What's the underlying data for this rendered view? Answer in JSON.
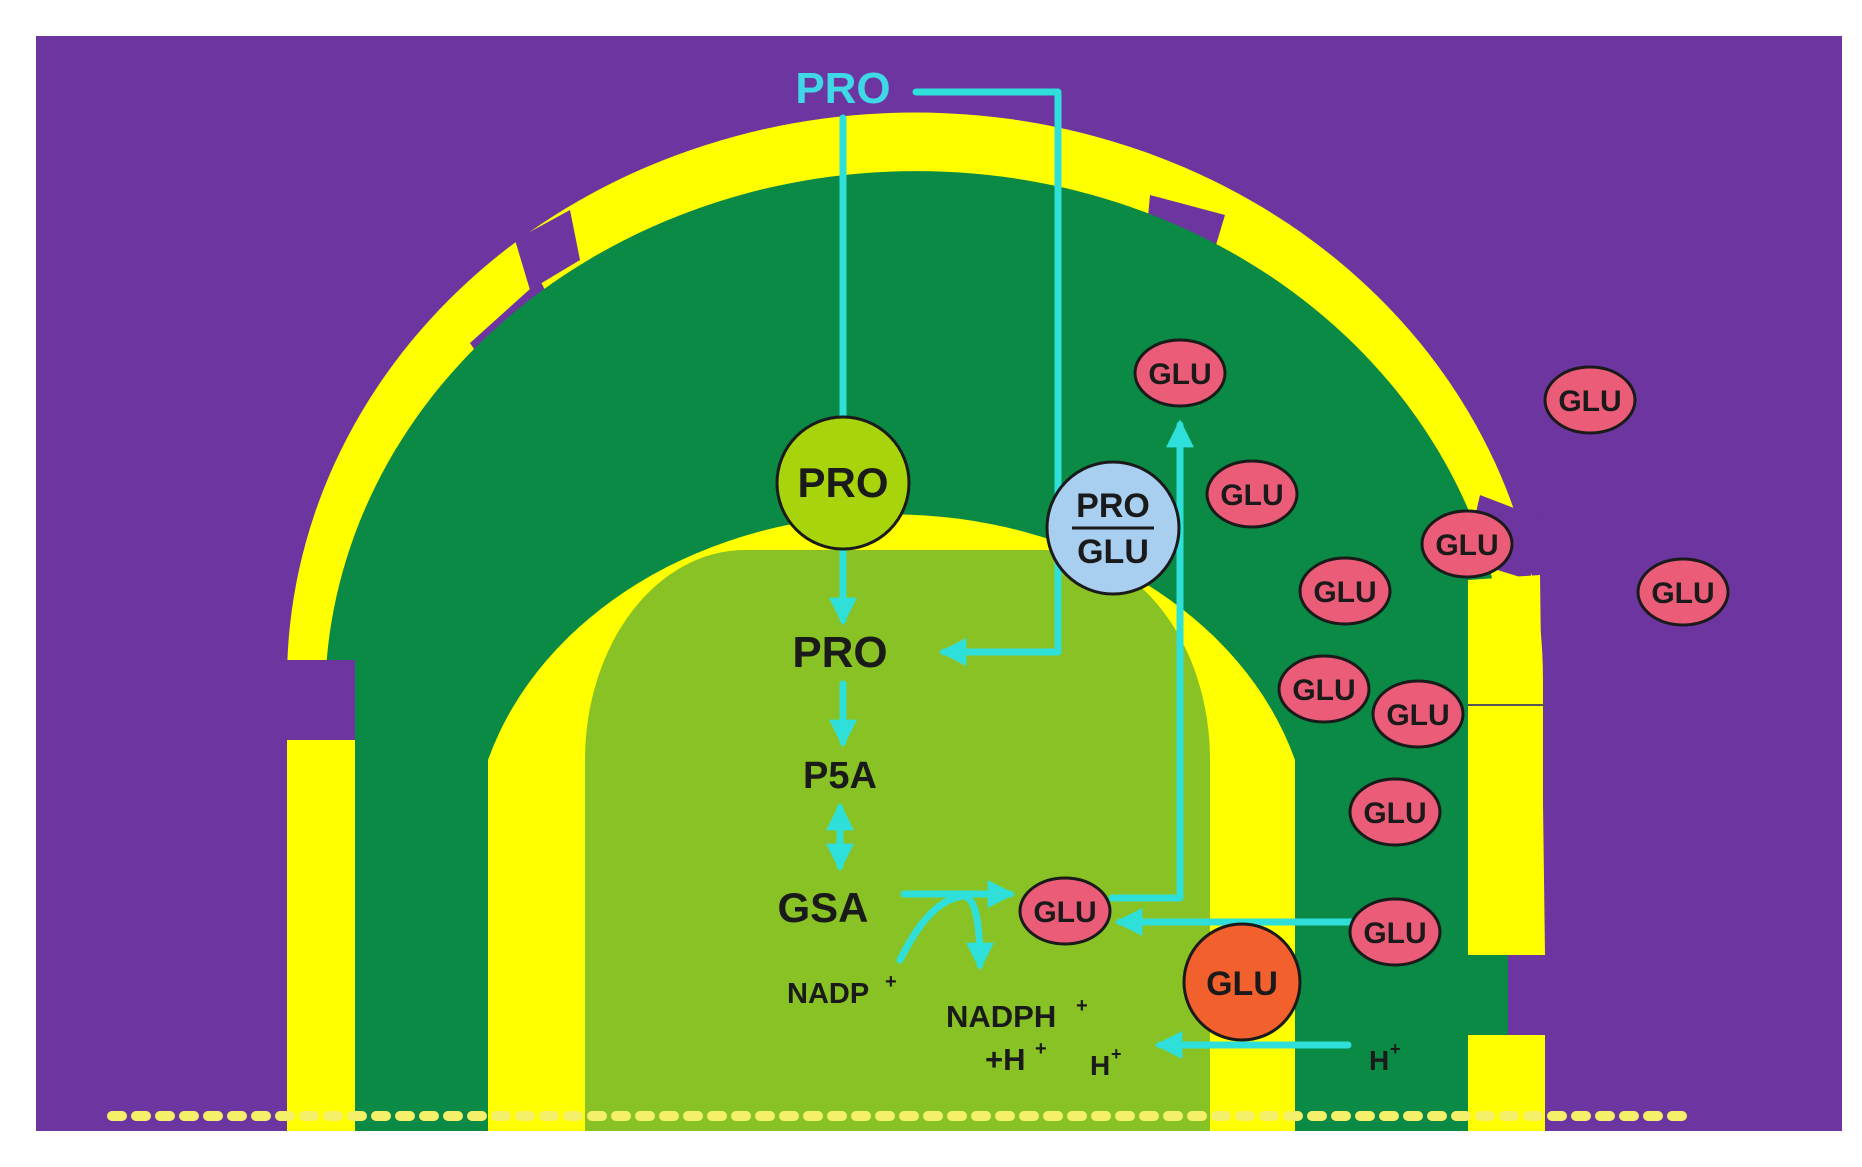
{
  "labels": {
    "pro_outside": "PRO",
    "pro_transporter": "PRO",
    "pro_inner": "PRO",
    "p5a": "P5A",
    "gsa": "GSA",
    "antiporter_top": "PRO",
    "antiporter_bottom": "GLU",
    "glu": "GLU",
    "glu_large": "GLU",
    "nadp": "NADP",
    "nadph": "NADPH",
    "plus_h": "+H",
    "h_inner": "H",
    "h_outer": "H",
    "sup_plus": "+"
  },
  "colors": {
    "background": "#6d35a0",
    "membrane_yellow": "#ffff00",
    "intermembrane_green": "#0b8a45",
    "matrix_green": "#88c225",
    "arrow_cyan": "#2fe0da",
    "pro_text_cyan": "#3fd8e6",
    "pro_transporter": "#a8d40c",
    "antiporter_blue": "#a8cff0",
    "glu_pink": "#ea5c78",
    "glu_orange": "#f2602e",
    "dots": "#f4f06a"
  }
}
